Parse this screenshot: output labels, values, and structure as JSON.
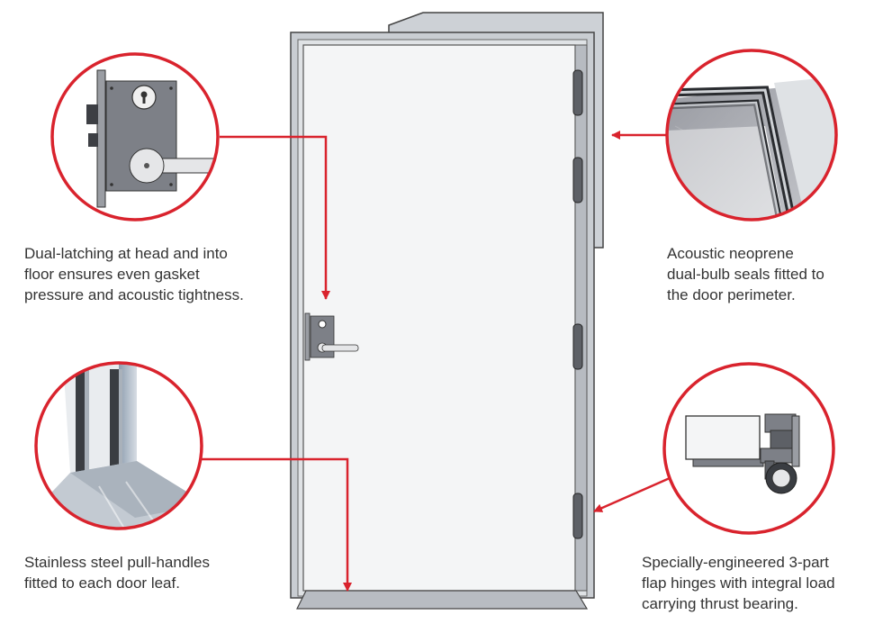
{
  "colors": {
    "accent": "#d9232d",
    "frame": "#c9cdd2",
    "door": "#f4f5f6",
    "steel": "#7d8087",
    "outline": "#444444",
    "text": "#333333"
  },
  "callouts": [
    {
      "id": "lock",
      "lines": [
        "Dual-latching at head and into",
        "floor ensures even gasket",
        "pressure and acoustic tightness."
      ]
    },
    {
      "id": "seals",
      "lines": [
        "Acoustic neoprene",
        "dual-bulb seals fitted to",
        "the door perimeter."
      ]
    },
    {
      "id": "handles",
      "lines": [
        "Stainless steel pull-handles",
        "fitted to each door leaf."
      ]
    },
    {
      "id": "hinges",
      "lines": [
        "Specially-engineered 3-part",
        "flap hinges with integral load",
        "carrying thrust bearing."
      ]
    }
  ]
}
